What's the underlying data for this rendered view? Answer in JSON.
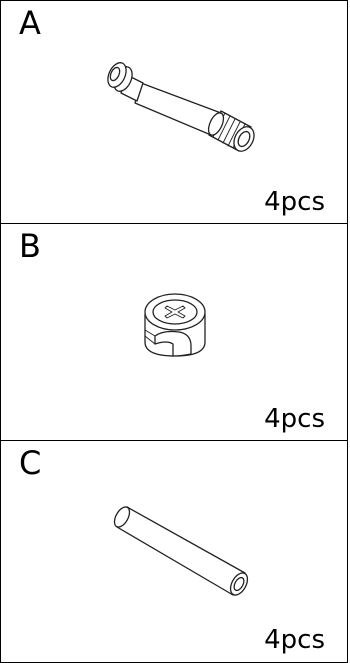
{
  "parts": [
    {
      "letter": "A",
      "quantity": "4pcs",
      "icon": "cam-bolt-icon"
    },
    {
      "letter": "B",
      "quantity": "4pcs",
      "icon": "cam-lock-nut-icon"
    },
    {
      "letter": "C",
      "quantity": "4pcs",
      "icon": "wooden-dowel-icon"
    }
  ]
}
